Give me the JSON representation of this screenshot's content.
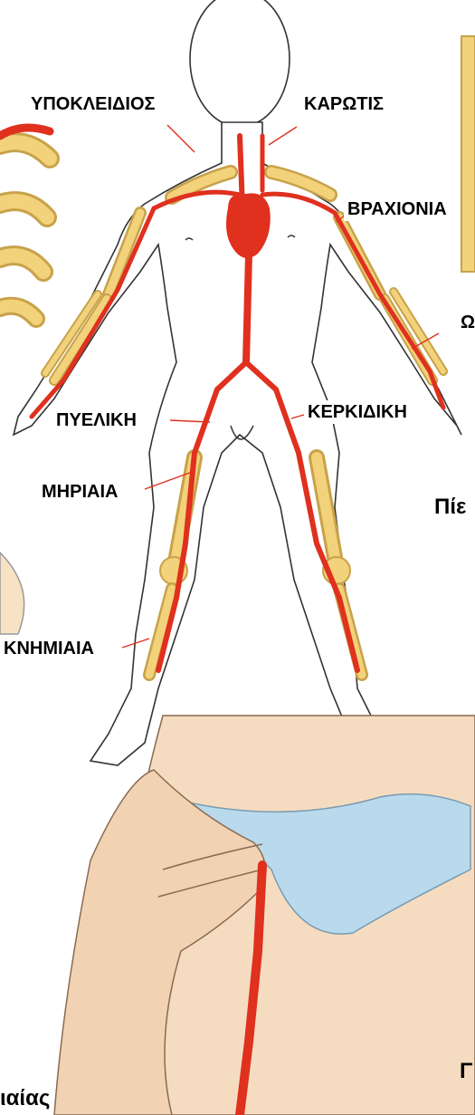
{
  "labels": {
    "subclavian": "ΥΠΟΚΛΕΙΔΙΟΣ",
    "carotid": "ΚΑΡΩΤΙΣ",
    "brachial": "ΒΡΑΧΙΟΝΙΑ",
    "ulnar_partial": "Ω",
    "iliac": "ΠΥΕΛΙΚΗ",
    "radial": "ΚΕΡΚΙΔΙΚΗ",
    "femoral": "ΜΗΡΙΑΙΑ",
    "tibial": "ΚΝΗΜΙΑΙΑ"
  },
  "captions": {
    "right_partial": "Πίε",
    "bottom_left_partial": "ιαίας",
    "bottom_right_partial": "Γ"
  },
  "colors": {
    "artery": "#e0301e",
    "bone": "#f2d27a",
    "bone_outline": "#c8a24a",
    "skin": "#f7e2c4",
    "underwear": "#b9d9ec",
    "outline": "#333333"
  }
}
